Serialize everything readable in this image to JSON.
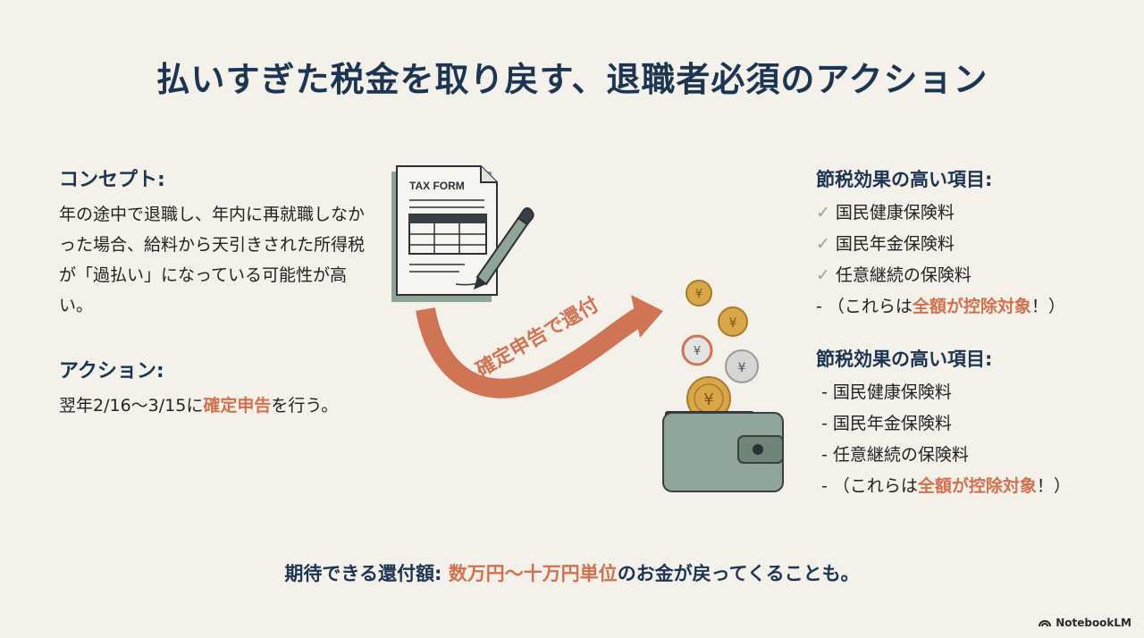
{
  "title": "払いすぎた税金を取り戻す、退職者必須のアクション",
  "concept": {
    "heading": "コンセプト:",
    "body": "年の途中で退職し、年内に再就職しなかった場合、給料から天引きされた所得税が「過払い」になっている可能性が高い。"
  },
  "action": {
    "heading": "アクション:",
    "body_pre": "翌年2/16〜3/15に",
    "body_accent": "確定申告",
    "body_post": "を行う。"
  },
  "illustration": {
    "form_label": "TAX FORM",
    "arrow_label": "確定申告で還付"
  },
  "deductions_1": {
    "heading": "節税効果の高い項目:",
    "items": [
      "国民健康保険料",
      "国民年金保険料",
      "任意継続の保険料"
    ],
    "note_pre": "（これらは",
    "note_accent": "全額が控除対象",
    "note_post": "！）"
  },
  "deductions_2": {
    "heading": "節税効果の高い項目:",
    "items": [
      "国民健康保険料",
      "国民年金保険料",
      "任意継続の保険料"
    ],
    "note_pre": "（これらは",
    "note_accent": "全額が控除対象",
    "note_post": "！）"
  },
  "footer": {
    "label": "期待できる還付額: ",
    "accent": "数万円〜十万円単位",
    "rest": "のお金が戻ってくることも。"
  },
  "brand": "NotebookLM",
  "colors": {
    "navy": "#1c3552",
    "accent": "#d0724f",
    "sage": "#8fa597",
    "background": "#f4f0ea"
  }
}
